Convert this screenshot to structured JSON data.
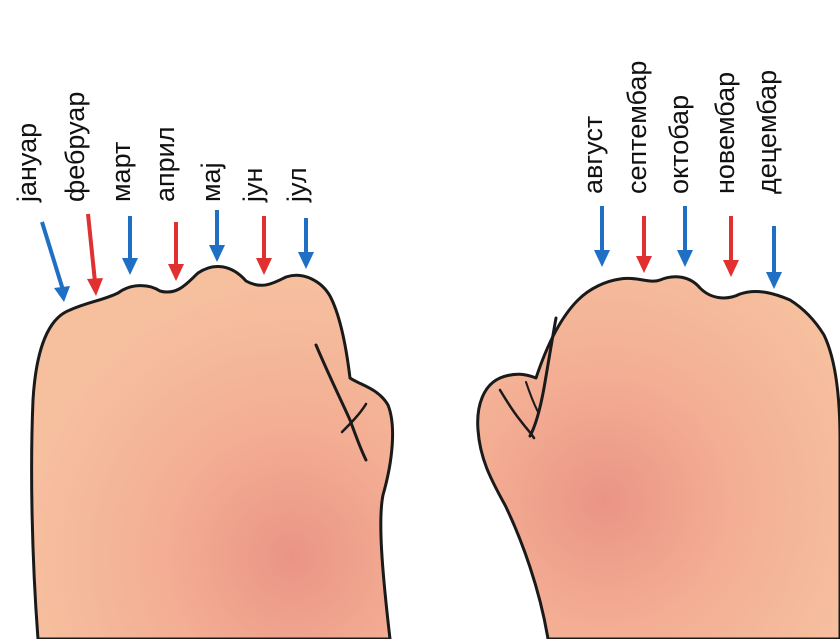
{
  "left_hand": {
    "months": [
      {
        "label": "јануар",
        "color": "blue"
      },
      {
        "label": "фебруар",
        "color": "red"
      },
      {
        "label": "март",
        "color": "blue"
      },
      {
        "label": "април",
        "color": "red"
      },
      {
        "label": "мај",
        "color": "blue"
      },
      {
        "label": "јун",
        "color": "red"
      },
      {
        "label": "јул",
        "color": "blue"
      }
    ]
  },
  "right_hand": {
    "months": [
      {
        "label": "август",
        "color": "blue"
      },
      {
        "label": "септембар",
        "color": "red"
      },
      {
        "label": "октобар",
        "color": "blue"
      },
      {
        "label": "новембар",
        "color": "red"
      },
      {
        "label": "децембар",
        "color": "blue"
      }
    ]
  },
  "colors": {
    "blue": "#1f6fc4",
    "red": "#e03030",
    "skin": "#f4b493",
    "skin_shadow": "#e88e82",
    "outline": "#1a1a1a"
  }
}
